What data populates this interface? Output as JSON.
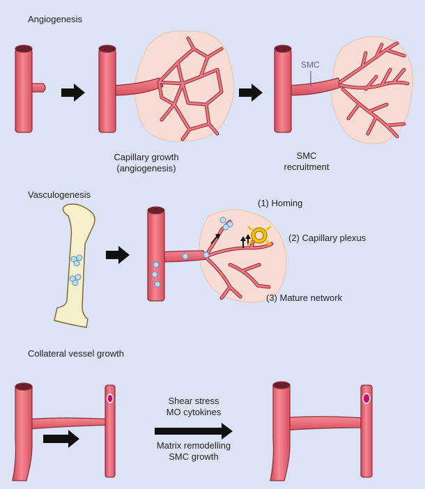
{
  "sections": {
    "angiogenesis": {
      "title": "Angiogenesis",
      "stage2_label_line1": "Capillary growth",
      "stage2_label_line2": "(angiogenesis)",
      "smc_tag": "SMC",
      "stage3_label_line1": "SMC",
      "stage3_label_line2": "recruitment"
    },
    "vasculogenesis": {
      "title": "Vasculogenesis",
      "homing": "(1) Homing",
      "capillary_plexus": "(2) Capillary plexus",
      "mature_network": "(3) Mature network"
    },
    "collateral": {
      "title": "Collateral vessel growth",
      "factors_above_line1": "Shear stress",
      "factors_above_line2": "MO cytokines",
      "factors_below_line1": "Matrix remodelling",
      "factors_below_line2": "SMC growth"
    }
  },
  "colors": {
    "background": "#dce3f4",
    "vessel": "#ee6d78",
    "vessel_outline": "#8a2b38",
    "lumen": "#6b1f2d",
    "tissue": "#f6dcd2",
    "bone": "#f6efcb",
    "cell": "#bcdcf0",
    "smc_cell": "#f2c300",
    "arrow": "#111111"
  },
  "icons": [
    "progression-arrow",
    "homing-arrow",
    "smc-ring-cell",
    "stem-cell"
  ]
}
